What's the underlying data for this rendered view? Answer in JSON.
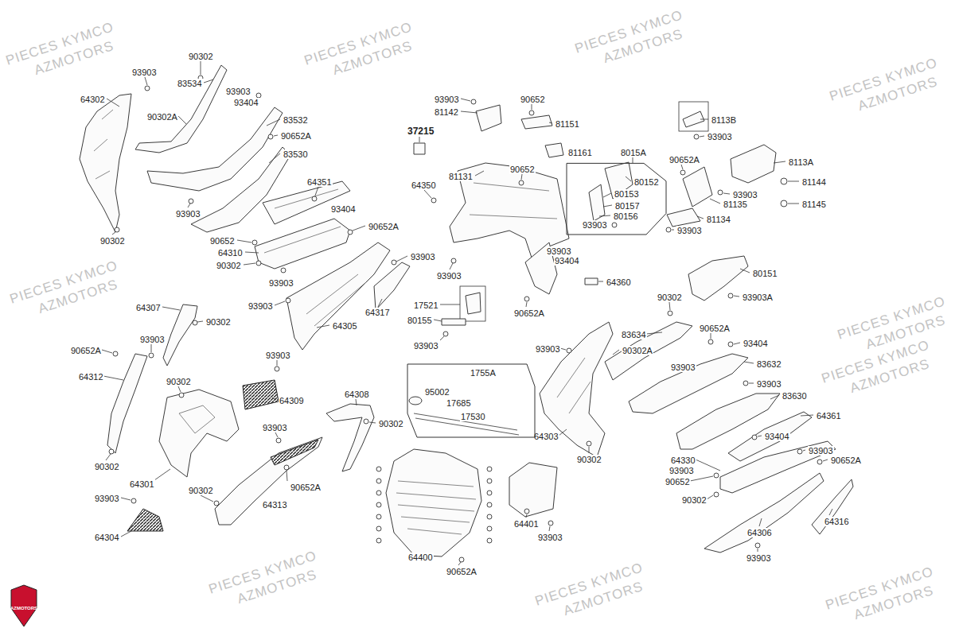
{
  "diagram": {
    "nodes": [
      {
        "text": [
          "8015A",
          "80152",
          "80153",
          "80157",
          "80156",
          "93903"
        ]
      },
      {
        "text": [
          "1755A",
          "95002",
          "17685",
          "17530"
        ]
      }
    ],
    "labels": [
      "93903",
      "90302",
      "83534",
      "93903",
      "93404",
      "64302",
      "90302A",
      "83532",
      "90652A",
      "83530",
      "93903",
      "90302",
      "64351",
      "93404",
      "90652A",
      "90652",
      "64310",
      "90302",
      "93903",
      "93903",
      "93903",
      "64307",
      "90302",
      "64317",
      "64305",
      "93903",
      "90652A",
      "64312",
      "93903",
      "90302",
      "64309",
      "64308",
      "93903",
      "90302",
      "90302",
      "90302",
      "90652A",
      "64301",
      "93903",
      "64313",
      "64304",
      "93903",
      "81142",
      "90652",
      "37215",
      "81151",
      "81161",
      "81131",
      "90652",
      "64350",
      "93903",
      "17521",
      "80155",
      "93903",
      "93903",
      "93404",
      "64360",
      "90652A",
      "64400",
      "90652A",
      "64401",
      "93903",
      "8113B",
      "93903",
      "90652A",
      "8113A",
      "81144",
      "93903",
      "81135",
      "81134",
      "93903",
      "81145",
      "80151",
      "90302",
      "93903A",
      "83634",
      "90652A",
      "93903",
      "90302A",
      "93404",
      "93903",
      "83632",
      "93903",
      "83630",
      "64303",
      "90302",
      "64361",
      "93404",
      "93903",
      "64330",
      "93903",
      "90652A",
      "90652",
      "90302",
      "64306",
      "64316",
      "93903",
      "PIECES KYMCO",
      "AZMOTORS",
      "PIECES KYMCO",
      "AZMOTORS",
      "PIECES KYMCO",
      "AZMOTORS",
      "PIECES KYMCO",
      "AZMOTORS",
      "PIECES KYMCO",
      "AZMOTORS",
      "PIECES KYMCO",
      "AZMOTORS",
      "PIECES KYMCO",
      "AZMOTORS",
      "PIECES KYMCO",
      "AZMOTORS",
      "PIECES KYMCO",
      "AZMOTORS",
      "PIECES KYMCO",
      "AZMOTORS",
      "AZMOTORS"
    ]
  }
}
